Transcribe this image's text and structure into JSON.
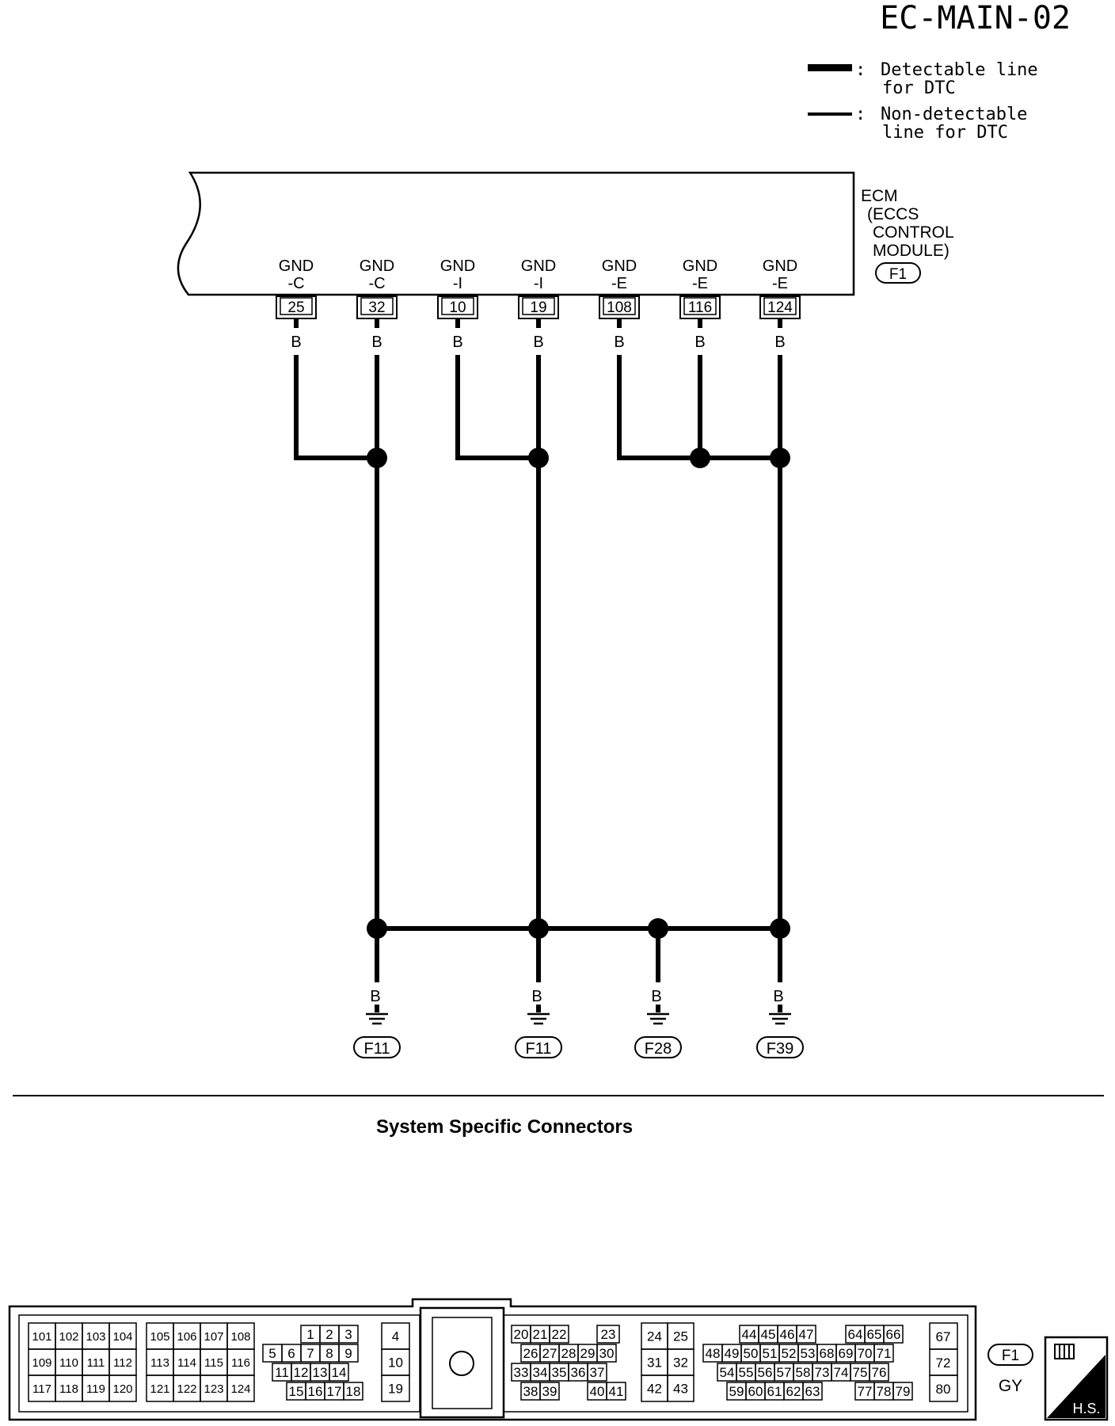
{
  "page_code": "EC-MAIN-02",
  "legend": {
    "detectable_line1": "Detectable line",
    "detectable_line2": "for DTC",
    "non_detectable_line1": "Non-detectable",
    "non_detectable_line2": "line for DTC"
  },
  "ecm": {
    "label_lines": [
      "ECM",
      "(ECCS",
      "CONTROL",
      "MODULE)"
    ],
    "connector": "F1",
    "terminals": [
      {
        "name1": "GND",
        "name2": "-C",
        "pin": "25",
        "wire_color": "B"
      },
      {
        "name1": "GND",
        "name2": "-C",
        "pin": "32",
        "wire_color": "B"
      },
      {
        "name1": "GND",
        "name2": "-I",
        "pin": "10",
        "wire_color": "B"
      },
      {
        "name1": "GND",
        "name2": "-I",
        "pin": "19",
        "wire_color": "B"
      },
      {
        "name1": "GND",
        "name2": "-E",
        "pin": "108",
        "wire_color": "B"
      },
      {
        "name1": "GND",
        "name2": "-E",
        "pin": "116",
        "wire_color": "B"
      },
      {
        "name1": "GND",
        "name2": "-E",
        "pin": "124",
        "wire_color": "B"
      }
    ]
  },
  "grounds": [
    {
      "wire_color": "B",
      "label": "F11"
    },
    {
      "wire_color": "B",
      "label": "F11"
    },
    {
      "wire_color": "B",
      "label": "F28"
    },
    {
      "wire_color": "B",
      "label": "F39"
    }
  ],
  "section_title": "System Specific Connectors",
  "connector_face": {
    "block1": [
      [
        "101",
        "102",
        "103",
        "104"
      ],
      [
        "109",
        "110",
        "111",
        "112"
      ],
      [
        "117",
        "118",
        "119",
        "120"
      ]
    ],
    "block2": [
      [
        "105",
        "106",
        "107",
        "108"
      ],
      [
        "113",
        "114",
        "115",
        "116"
      ],
      [
        "121",
        "122",
        "123",
        "124"
      ]
    ],
    "block3": [
      [
        "1",
        "2",
        "3"
      ],
      [
        "5",
        "6",
        "7",
        "8",
        "9"
      ],
      [
        "11",
        "12",
        "13",
        "14"
      ],
      [
        "15",
        "16",
        "17",
        "18"
      ]
    ],
    "block4": [
      "4",
      "10",
      "19"
    ],
    "block5": [
      [
        "20",
        "21",
        "22",
        "23"
      ],
      [
        "26",
        "27",
        "28",
        "29",
        "30"
      ],
      [
        "33",
        "34",
        "35",
        "36",
        "37"
      ],
      [
        "38",
        "39",
        "40",
        "41"
      ]
    ],
    "block6": [
      [
        "24",
        "25"
      ],
      [
        "31",
        "32"
      ],
      [
        "42",
        "43"
      ]
    ],
    "block7": [
      [
        "44",
        "45",
        "46",
        "47",
        "64",
        "65",
        "66"
      ],
      [
        "48",
        "49",
        "50",
        "51",
        "52",
        "53",
        "68",
        "69",
        "70",
        "71"
      ],
      [
        "54",
        "55",
        "56",
        "57",
        "58",
        "73",
        "74",
        "75",
        "76"
      ],
      [
        "59",
        "60",
        "61",
        "62",
        "63",
        "77",
        "78",
        "79"
      ]
    ],
    "block8": [
      "67",
      "72",
      "80"
    ],
    "connector_label": "F1",
    "color_code": "GY",
    "hs_badge": "H.S."
  }
}
